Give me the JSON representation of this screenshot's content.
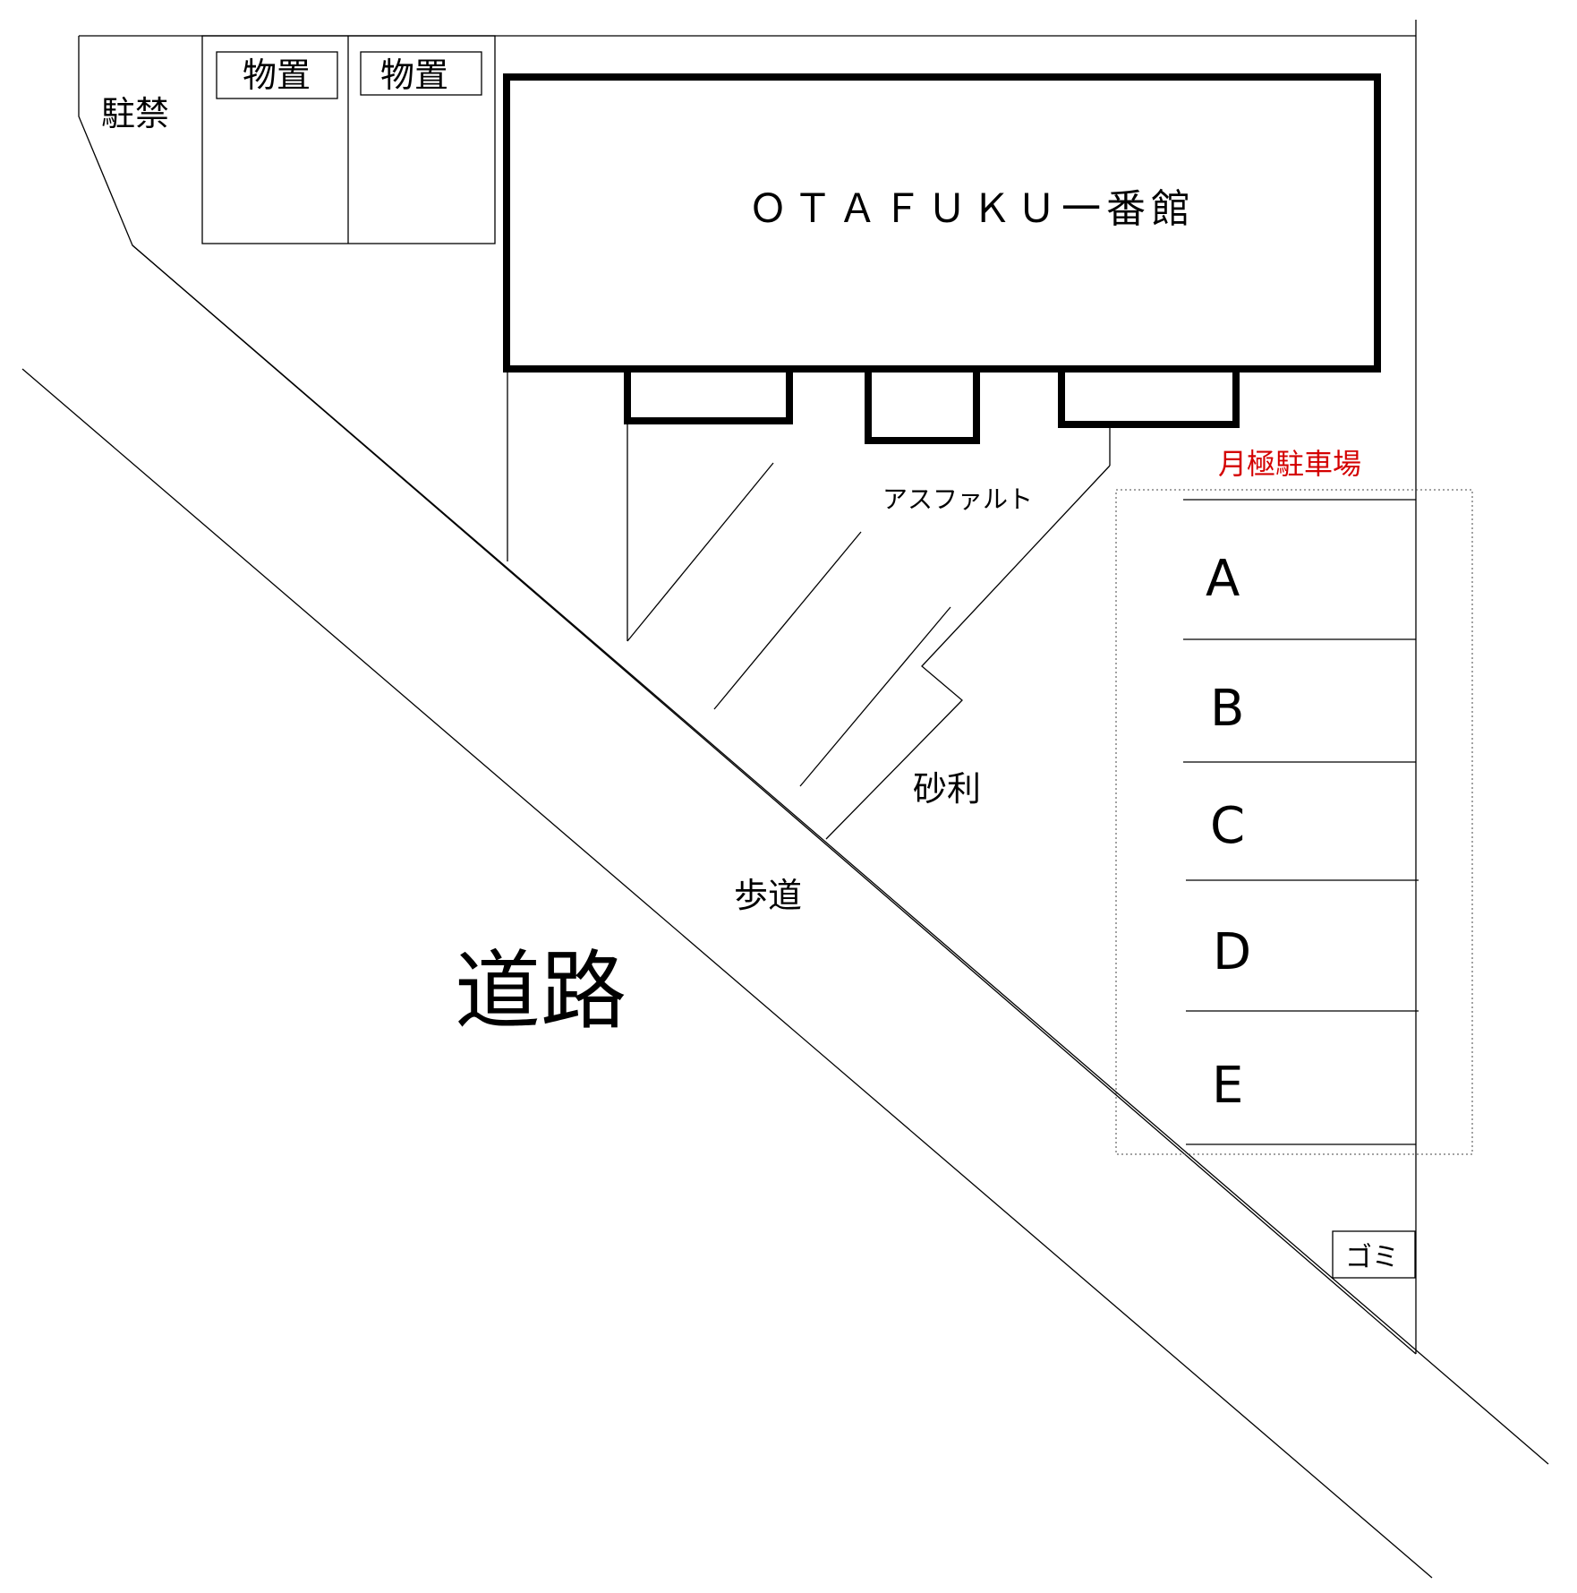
{
  "map": {
    "labels": {
      "no_parking": "駐禁",
      "storage_1": "物置",
      "storage_2": "物置",
      "building_name": "ＯＴＡＦＵＫＵ一番館",
      "asphalt": "アスファルト",
      "gravel": "砂利",
      "sidewalk": "歩道",
      "road": "道路",
      "monthly_parking": "月極駐車場",
      "garbage": "ゴミ"
    },
    "parking_spaces": [
      "A",
      "B",
      "C",
      "D",
      "E"
    ],
    "colors": {
      "line": "#000000",
      "monthly_parking_label": "#d40000",
      "background": "#ffffff"
    }
  }
}
